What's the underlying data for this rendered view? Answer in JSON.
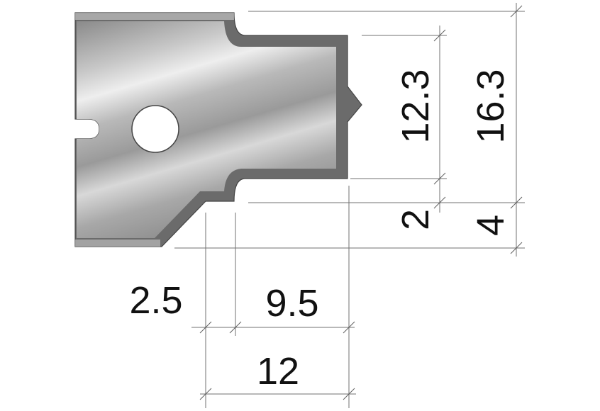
{
  "dimensions": {
    "notch_height": "12.3",
    "total_height": "16.3",
    "offset_small": "2",
    "offset_large": "4",
    "bevel_width": "2.5",
    "step_width": "9.5",
    "total_width": "12"
  },
  "colors": {
    "blade_fill": "#aaaaaa",
    "blade_edge": "#6b6b6b",
    "outline": "#444444",
    "dim_line": "#707070",
    "text": "#111111"
  }
}
